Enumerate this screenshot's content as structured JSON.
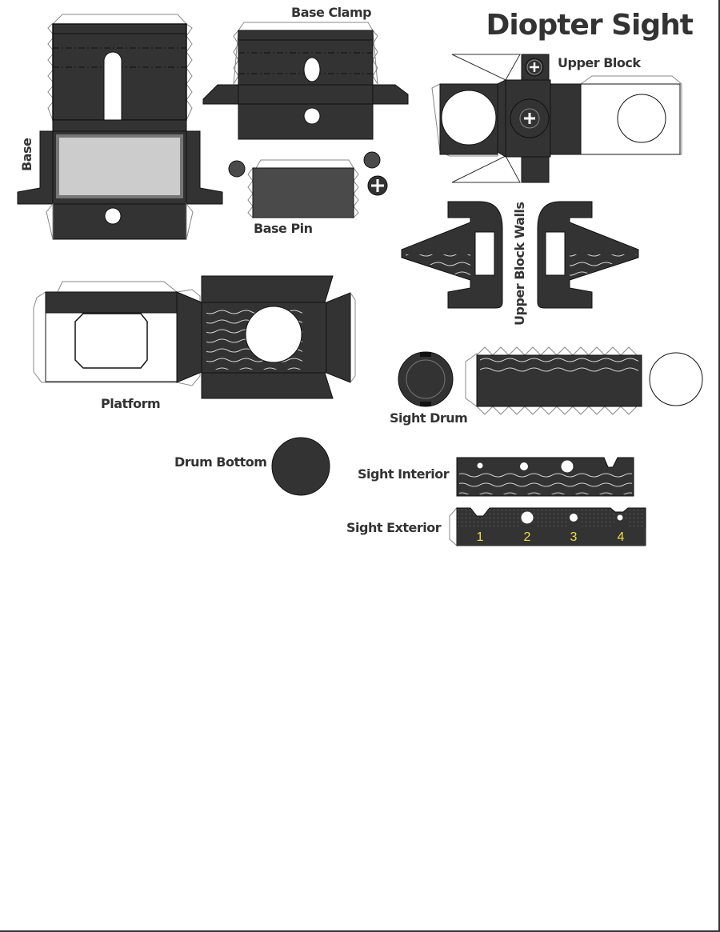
{
  "title": "Diopter Sight",
  "parts": {
    "base": "Base",
    "base_clamp": "Base Clamp",
    "base_pin": "Base Pin",
    "upper_block": "Upper Block",
    "upper_block_walls": "Upper Block Walls",
    "platform": "Platform",
    "sight_drum": "Sight Drum",
    "drum_bottom": "Drum Bottom",
    "sight_interior": "Sight Interior",
    "sight_exterior": "Sight Exterior"
  },
  "exterior_numbers": [
    "1",
    "2",
    "3",
    "4"
  ],
  "colors": {
    "dark_part": "#333333",
    "medium_part": "#4a4a4a",
    "light_window": "#cccccc",
    "glue_tab_outline": "#888888",
    "number_color": "#f0e040",
    "wave_lines": "#cfcfcf"
  }
}
